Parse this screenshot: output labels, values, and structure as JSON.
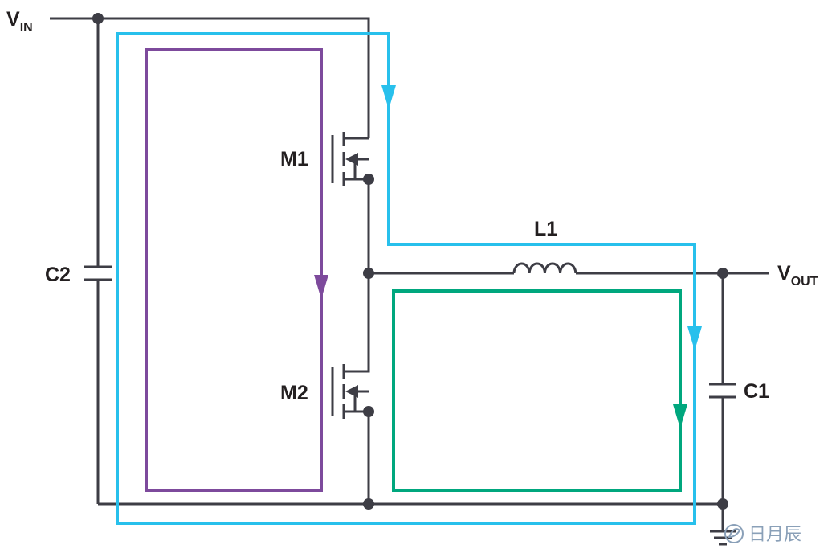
{
  "labels": {
    "vin_main": "V",
    "vin_sub": "IN",
    "vout_main": "V",
    "vout_sub": "OUT",
    "m1": "M1",
    "m2": "M2",
    "l1": "L1",
    "c1": "C1",
    "c2": "C2"
  },
  "watermark": {
    "text": "日月辰",
    "icon": "leaf-logo-icon"
  },
  "colors": {
    "wire": "#3d3d45",
    "loop_blue": "#28c0ec",
    "loop_purple": "#7d4a9c",
    "loop_green": "#00a77e",
    "watermark": "#8aa0b8"
  }
}
